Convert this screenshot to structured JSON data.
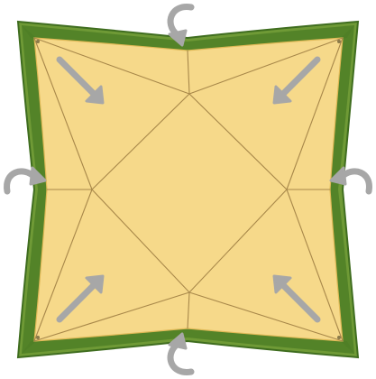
{
  "diagram": {
    "type": "origami-fold-step",
    "colors": {
      "paper_front": "#f6d98a",
      "paper_front_edge": "#e9c46a",
      "paper_back": "#6f9a36",
      "paper_back_dark": "#3f6d1f",
      "crease": "#a8884a",
      "arrow": "#a7a7a7",
      "arrow_outline": "#8f8f8f",
      "background": "#ffffff"
    },
    "icons": {
      "push_arrows": "push-in-arrow-icon",
      "turn_arrows": "curved-fold-arrow-icon"
    },
    "push_arrows": [
      {
        "corner": "top-left"
      },
      {
        "corner": "top-right"
      },
      {
        "corner": "bottom-left"
      },
      {
        "corner": "bottom-right"
      }
    ],
    "fold_arrows": [
      {
        "side": "top"
      },
      {
        "side": "bottom"
      },
      {
        "side": "left"
      },
      {
        "side": "right"
      }
    ]
  }
}
